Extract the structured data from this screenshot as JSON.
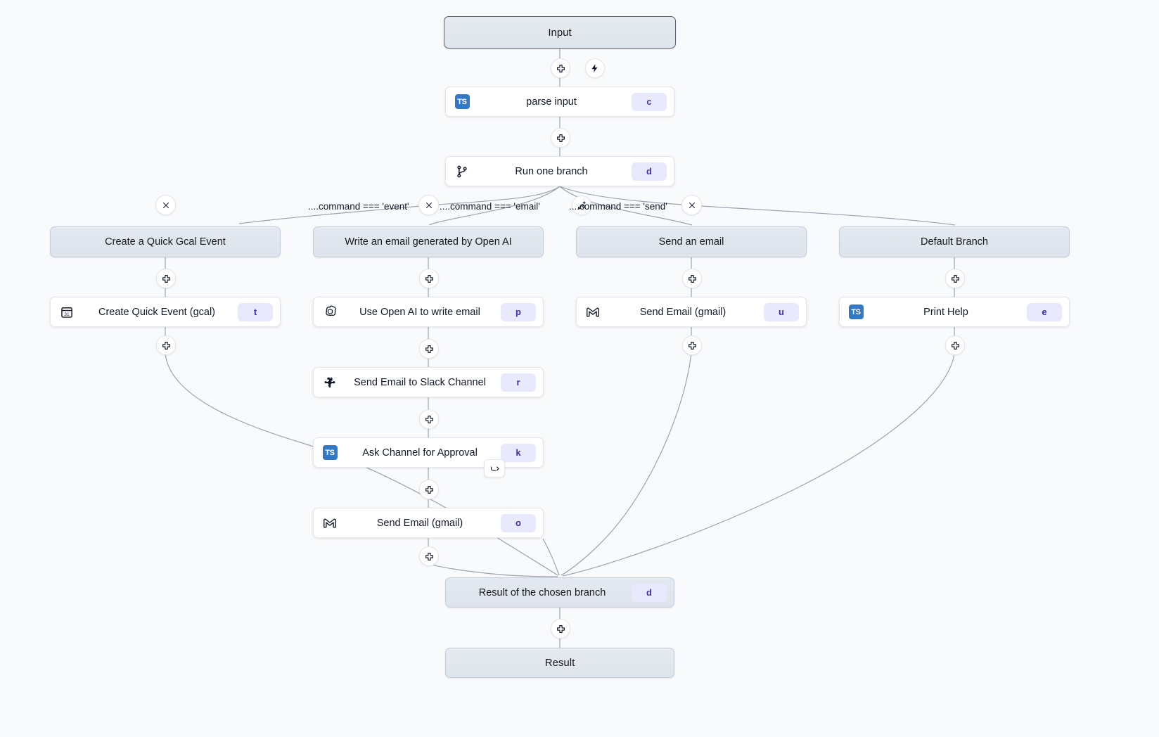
{
  "canvas": {
    "background": "#f9fafb",
    "edge_color": "#9ca3af",
    "badge_bg": "#e8e9fd",
    "badge_fg": "#3b2fb5",
    "accent_ts": "#3178c6"
  },
  "nodes": {
    "input": {
      "label": "Input"
    },
    "parse": {
      "label": "parse input",
      "badge": "c",
      "icon": "typescript-icon"
    },
    "branch": {
      "label": "Run one branch",
      "badge": "d",
      "icon": "git-branch-icon"
    },
    "result_branch": {
      "label": "Result of the chosen branch",
      "badge": "d"
    },
    "result": {
      "label": "Result"
    }
  },
  "branch_labels": [
    {
      "text": "....command === 'event'"
    },
    {
      "text": "....command === 'email'"
    },
    {
      "text": "....command === 'send'"
    }
  ],
  "branches": [
    {
      "header": "Create a Quick Gcal Event",
      "steps": [
        {
          "label": "Create Quick Event (gcal)",
          "badge": "t",
          "icon": "google-calendar-icon"
        }
      ]
    },
    {
      "header": "Write an email generated by Open AI",
      "steps": [
        {
          "label": "Use Open AI to write email",
          "badge": "p",
          "icon": "openai-icon"
        },
        {
          "label": "Send Email to Slack Channel",
          "badge": "r",
          "icon": "slack-icon"
        },
        {
          "label": "Ask Channel for Approval",
          "badge": "k",
          "icon": "typescript-icon",
          "suspend": "suspend-resume-icon"
        },
        {
          "label": "Send Email (gmail)",
          "badge": "o",
          "icon": "gmail-icon"
        }
      ]
    },
    {
      "header": "Send an email",
      "steps": [
        {
          "label": "Send Email (gmail)",
          "badge": "u",
          "icon": "gmail-icon"
        }
      ]
    },
    {
      "header": "Default Branch",
      "steps": [
        {
          "label": "Print Help",
          "badge": "e",
          "icon": "typescript-icon"
        }
      ]
    }
  ],
  "controls": {
    "add_icon": "plus-icon",
    "trigger_icon": "lightning-icon",
    "delete_icon": "close-icon",
    "add_branch_icon": "add-branch-icon"
  }
}
